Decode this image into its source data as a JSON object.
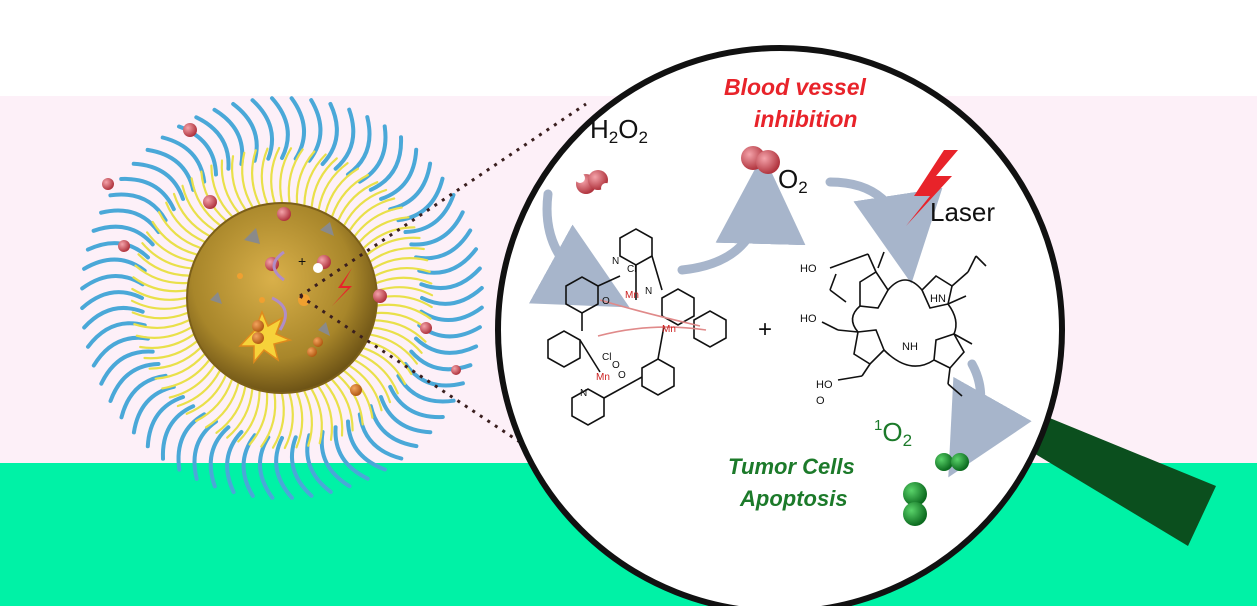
{
  "labels": {
    "blood_vessel_line1": "Blood  vessel",
    "blood_vessel_line2": "inhibition",
    "h2o2_main": "H",
    "h2o2_sub1": "2",
    "h2o2_mid": "O",
    "h2o2_sub2": "2",
    "o2_main": "O",
    "o2_sub": "2",
    "laser": "Laser",
    "singlet_sup": "1",
    "singlet_main": "O",
    "singlet_sub": "2",
    "tumor_cells": "Tumor Cells",
    "apoptosis": "Apoptosis",
    "plus": "+"
  },
  "structure_labels": {
    "cl_top": "Cl",
    "cl_bottom": "Cl",
    "mn_top": "Mn",
    "mn_mid": "Mn",
    "mn_bottom": "Mn",
    "n": "N",
    "o": "O",
    "ho": "HO",
    "hn": "HN",
    "nh": "NH",
    "o_label": "O"
  },
  "colors": {
    "accent_red": "#e8232a",
    "accent_green": "#1c7a2a",
    "band_bottom": "#00f2a6",
    "band_mid": "#fdf0f8",
    "corona_blue": "#4aa8d8",
    "corona_yellow": "#e9e04a",
    "core_gold": "#a8862a",
    "lens_dark": "#0b4f1e"
  },
  "icons": [
    "nanoparticle-icon",
    "magnifier-icon",
    "laser-bolt-icon",
    "molecule-icon",
    "arrow-icon"
  ]
}
